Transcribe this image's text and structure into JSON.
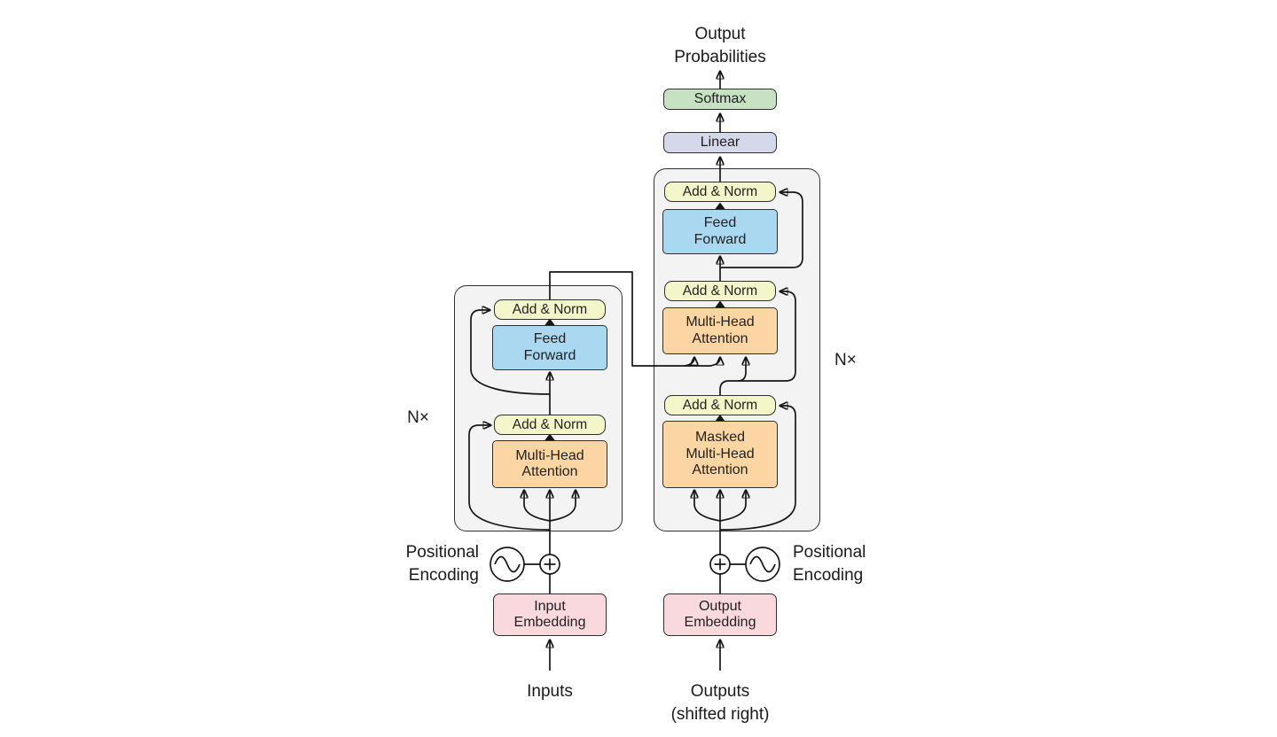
{
  "labels": {
    "output_probabilities": "Output\nProbabilities",
    "inputs": "Inputs",
    "outputs": "Outputs\n(shifted right)",
    "positional_encoding_left": "Positional\nEncoding",
    "positional_encoding_right": "Positional\nEncoding",
    "n_times_encoder": "N×",
    "n_times_decoder": "N×"
  },
  "encoder": {
    "add_norm_top": "Add & Norm",
    "feed_forward": "Feed\nForward",
    "add_norm_bottom": "Add & Norm",
    "multi_head_attention": "Multi-Head\nAttention",
    "input_embedding": "Input\nEmbedding"
  },
  "decoder": {
    "softmax": "Softmax",
    "linear": "Linear",
    "add_norm_top": "Add & Norm",
    "feed_forward": "Feed\nForward",
    "add_norm_middle": "Add & Norm",
    "multi_head_attention": "Multi-Head\nAttention",
    "add_norm_bottom": "Add & Norm",
    "masked_multi_head_attention": "Masked\nMulti-Head\nAttention",
    "output_embedding": "Output\nEmbedding"
  },
  "colors": {
    "add_norm_fill": "#f3f6c9",
    "feed_forward_fill": "#a9d8f0",
    "attention_fill": "#fbd6a2",
    "embedding_fill": "#fad9de",
    "softmax_fill": "#c6e2c2",
    "linear_fill": "#d4d8ea",
    "container_fill": "#f3f3f3",
    "line_color": "#161616"
  }
}
